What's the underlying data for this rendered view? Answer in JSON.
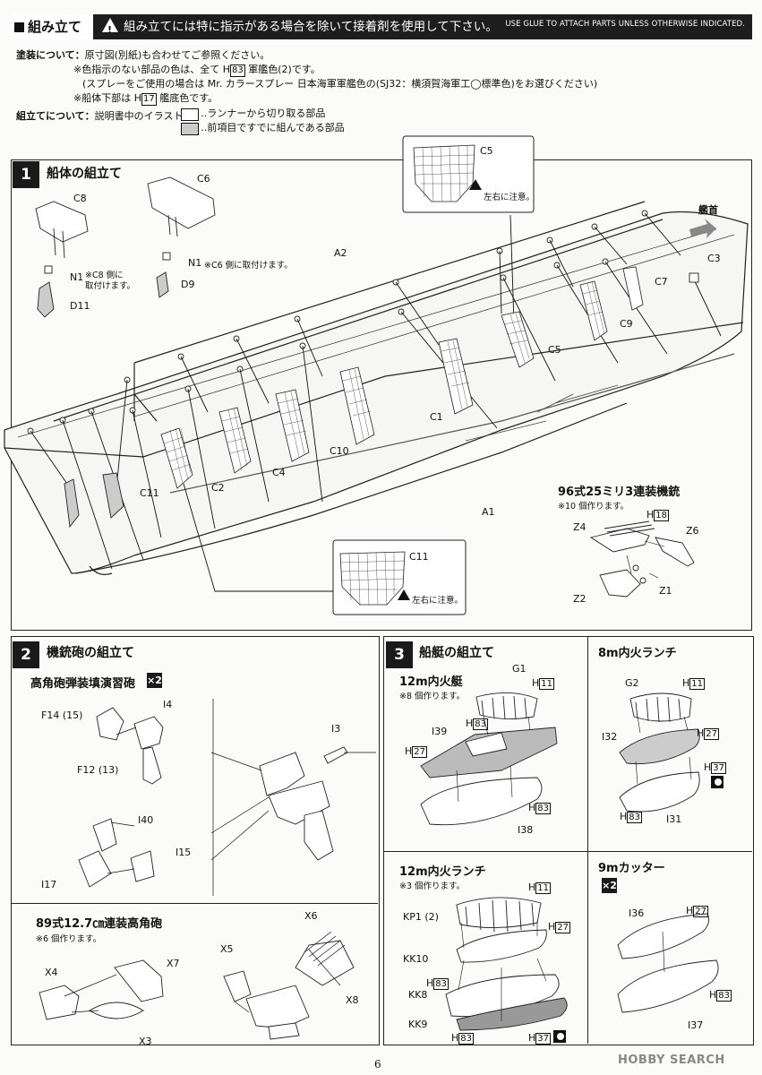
{
  "header": {
    "title": "組み立て",
    "warning": "組み立てには特に指示がある場合を除いて接着剤を使用して下さい。",
    "warning_en": "USE GLUE TO ATTACH PARTS UNLESS OTHERWISE INDICATED."
  },
  "notes": {
    "paint_label": "塗装について：",
    "paint_line1": "原寸図(別紙)も合わせてご参照ください。",
    "paint_line2a": "※色指示のない部品の色は、全て",
    "paint_line2_code": "83",
    "paint_line2b": "軍艦色(2)です。",
    "paint_line3": "(スプレーをご使用の場合は Mr. カラースプレー 日本海軍軍艦色の(SJ32：横須賀海軍工◯標準色)をお選びください)",
    "paint_line4a": "※船体下部は",
    "paint_line4_code": "17",
    "paint_line4b": "艦底色です。",
    "assembly_label": "組立てについて：",
    "assembly_line1": "説明書中のイラスト",
    "legend1": "‥ランナーから切り取る部品",
    "legend2": "‥前項目ですでに組んである部品"
  },
  "h_prefix": "H",
  "step1": {
    "number": "1",
    "title": "船体の組立て",
    "parts": {
      "c8": "C8",
      "c6": "C6",
      "n1a": "N1",
      "n1a_note": "※C8 側に\n取付けます。",
      "n1b": "N1",
      "n1b_note": "※C6 側に取付けます。",
      "d9": "D9",
      "d11": "D11",
      "a2": "A2",
      "a1": "A1",
      "c1": "C1",
      "c2": "C2",
      "c3": "C3",
      "c4": "C4",
      "c5": "C5",
      "c7": "C7",
      "c9": "C9",
      "c10": "C10",
      "c11": "C11"
    },
    "bow_label": "艦首",
    "callout_c5": {
      "label": "C5",
      "note": "左右に注意。"
    },
    "callout_c11": {
      "label": "C11",
      "note": "左右に注意。"
    },
    "aa_gun": {
      "title": "96式25ミリ3連装機銃",
      "note": "※10 個作ります。",
      "parts": [
        "Z4",
        "Z6",
        "Z2",
        "Z1"
      ],
      "paint": "18"
    }
  },
  "step2": {
    "number": "2",
    "title": "機銃砲の組立て",
    "sub1": {
      "title": "高角砲弾装填演習砲",
      "mult": "×2",
      "parts": {
        "f14": "F14 (15)",
        "i4": "I4",
        "f12": "F12 (13)",
        "i3": "I3",
        "i40": "I40",
        "i15": "I15",
        "i17": "I17"
      }
    },
    "sub2": {
      "title": "89式12.7㎝連装高角砲",
      "note": "※6 個作ります。",
      "parts": {
        "x6": "X6",
        "x4": "X4",
        "x7": "X7",
        "x5": "X5",
        "x8": "X8",
        "x3": "X3"
      }
    }
  },
  "step3": {
    "number": "3",
    "title": "船艇の組立て",
    "boat12": {
      "title": "12m内火艇",
      "note": "※8 個作ります。",
      "parts": {
        "g1": "G1",
        "i39": "I39",
        "i38": "I38"
      },
      "paint": {
        "g1": "11",
        "i39": "83",
        "hull": "27",
        "i38": "83"
      }
    },
    "launch8": {
      "title": "8m内火ランチ",
      "parts": {
        "g2": "G2",
        "i32": "I32",
        "i31": "I31"
      },
      "paint": {
        "g2": "11",
        "top": "27",
        "side": "37",
        "i31": "83"
      }
    },
    "launch12": {
      "title": "12m内火ランチ",
      "note": "※3 個作ります。",
      "parts": {
        "kp1": "KP1 (2)",
        "kk10": "KK10",
        "kk8": "KK8",
        "kk9": "KK9"
      },
      "paint": {
        "kp1": "11",
        "right": "27",
        "kk8": "83",
        "kk9": "83",
        "side": "37"
      }
    },
    "cutter9": {
      "title": "9mカッター",
      "mult": "×2",
      "parts": {
        "i36": "I36",
        "i37": "I37"
      },
      "paint": {
        "top": "27",
        "i37": "83"
      }
    }
  },
  "footer": {
    "page": "6",
    "watermark": "HOBBY SEARCH"
  }
}
